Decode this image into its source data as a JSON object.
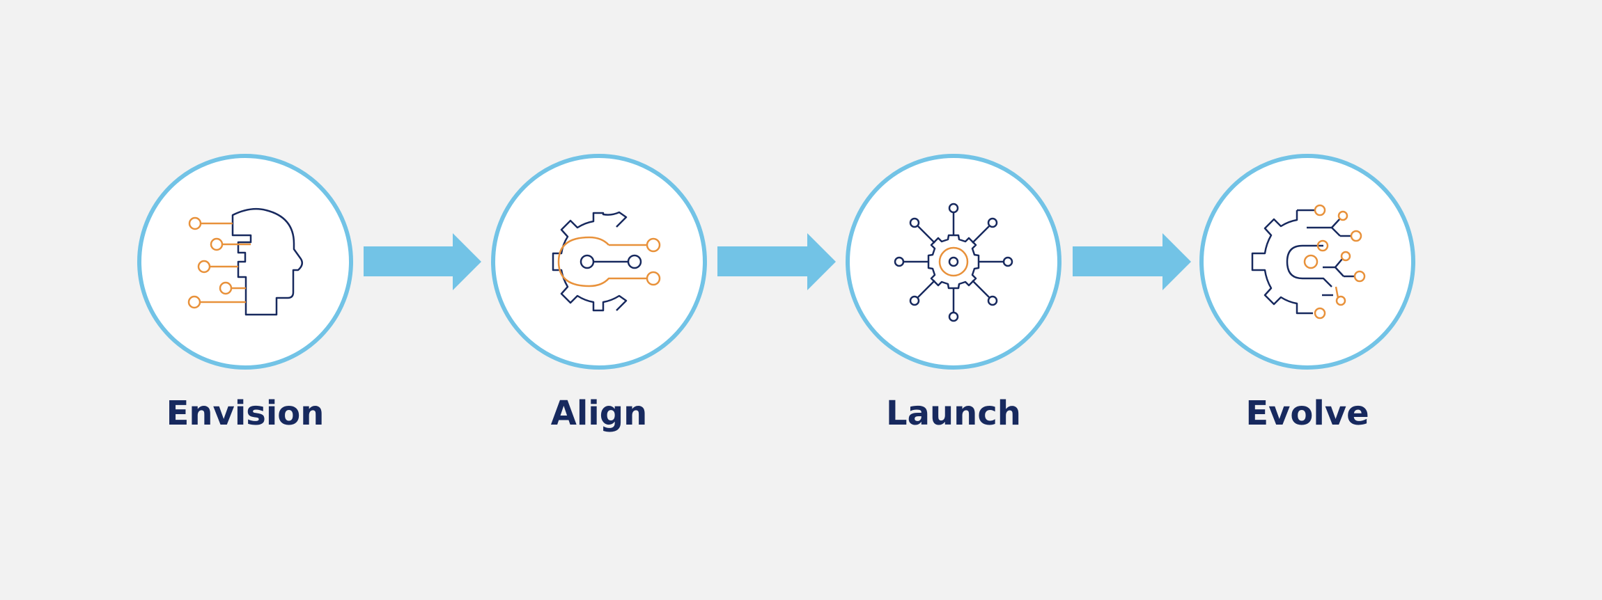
{
  "colors": {
    "background": "#f2f2f2",
    "circle_fill": "#ffffff",
    "circle_stroke": "#72c3e6",
    "arrow": "#72c3e6",
    "icon_navy": "#17295e",
    "icon_orange": "#e8913a",
    "label": "#17295e"
  },
  "steps": [
    {
      "label": "Envision",
      "icon": "head-circuit-icon"
    },
    {
      "label": "Align",
      "icon": "gear-connector-icon"
    },
    {
      "label": "Launch",
      "icon": "gear-network-icon"
    },
    {
      "label": "Evolve",
      "icon": "half-gear-branch-icon"
    }
  ]
}
